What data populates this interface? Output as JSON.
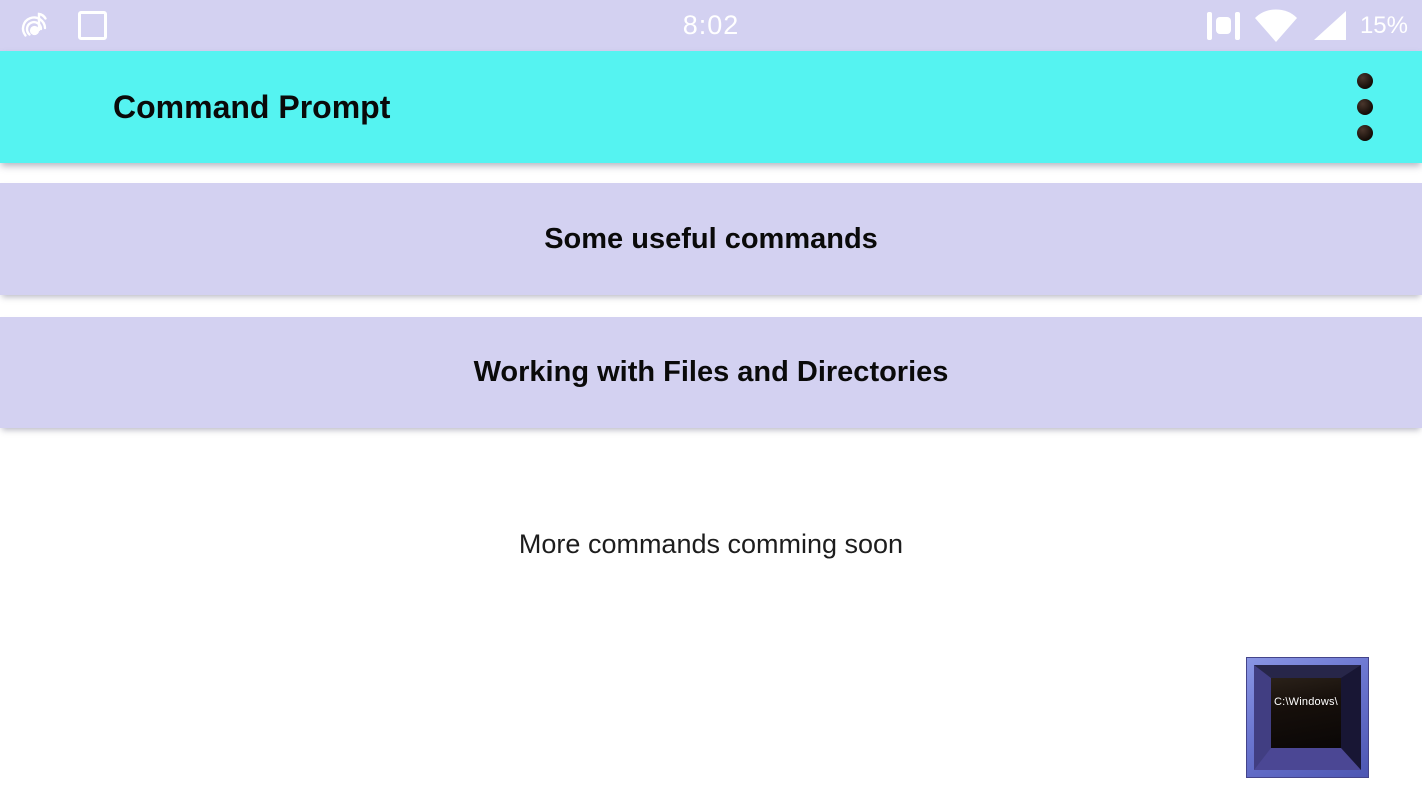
{
  "status_bar": {
    "time": "8:02",
    "battery_percent": "15%",
    "left_icons": [
      "music-note-notification-icon",
      "square-notification-icon"
    ],
    "right_icons": [
      "vibrate-icon",
      "wifi-icon",
      "cell-signal-icon"
    ],
    "bg_color": "#d3d1f1"
  },
  "app_bar": {
    "title": "Command Prompt",
    "bg_color": "#55f3f1",
    "menu_icon": "overflow-menu-dots"
  },
  "cards": [
    {
      "label": "Some useful commands"
    },
    {
      "label": "Working with Files and Directories"
    }
  ],
  "note": "More commands comming soon",
  "widget": {
    "screen_text": "C:\\Windows\\",
    "frame_color": "#6c77d1"
  }
}
